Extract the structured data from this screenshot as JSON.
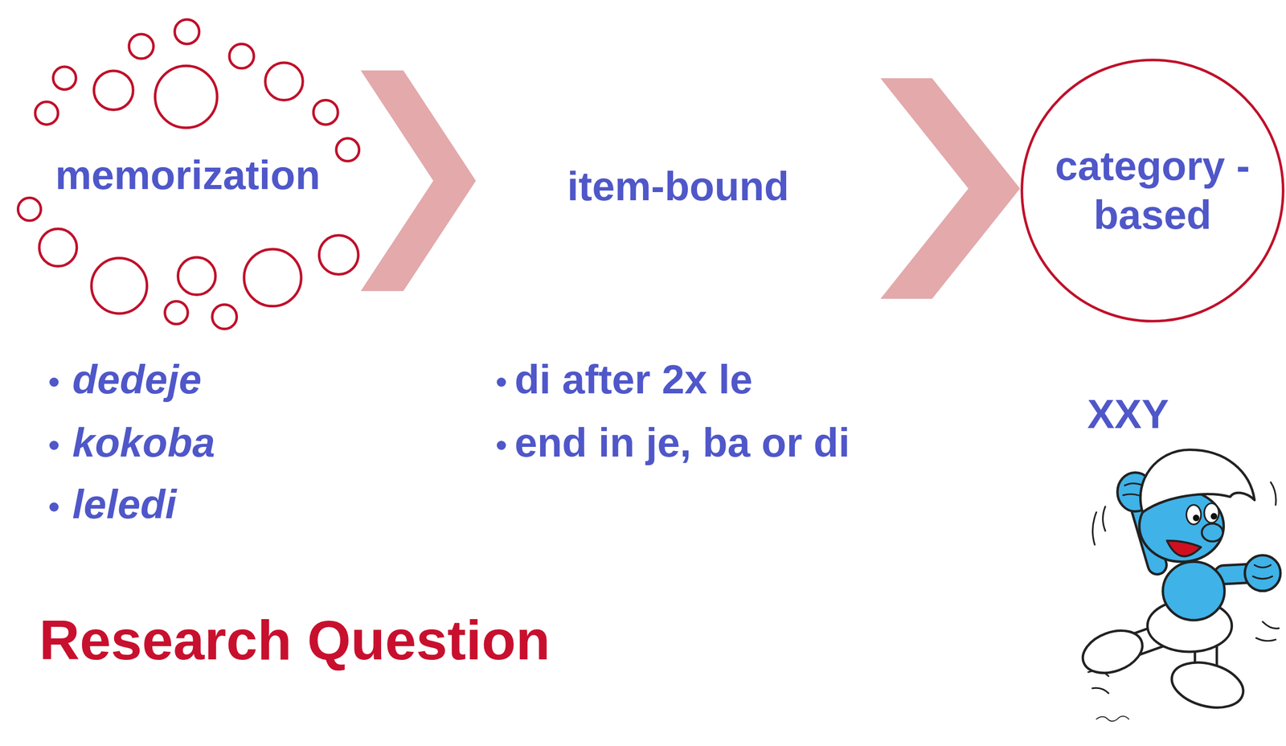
{
  "diagram": {
    "nodes": [
      {
        "text": [
          "memorization"
        ]
      },
      {
        "text": [
          "item-bound"
        ]
      },
      {
        "text": [
          "category -based"
        ]
      }
    ],
    "edges": [
      {
        "from": 0,
        "to": 1,
        "arrow": "to"
      },
      {
        "from": 1,
        "to": 2,
        "arrow": "to"
      }
    ],
    "labels": [
      "dedeje",
      "kokoba",
      "leledi",
      "di after 2x le",
      "end in je, ba or di",
      "XXY",
      "Research Question"
    ]
  }
}
